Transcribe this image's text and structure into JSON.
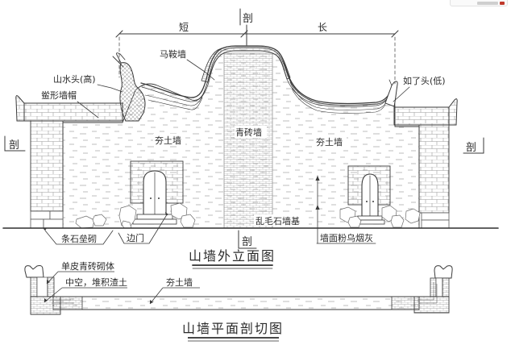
{
  "titles": {
    "elevation": "山墙外立面图",
    "plan": "山墙平面剖切图"
  },
  "dimension": {
    "short": "短",
    "long": "长"
  },
  "section_mark": "剖",
  "elevation_labels": {
    "saddle_wall": "马鞍墙",
    "shanshui_head": "山水头(高)",
    "hou_cap": "鲎形墙帽",
    "rammed_left": "夯土墙",
    "brick_wall": "青砖墙",
    "rammed_right": "夯土墙",
    "cicada_head": "如了头(低)",
    "strip_stone": "条石垒砌",
    "side_door": "边门",
    "rubble_base": "乱毛石墙基",
    "smoke_plaster": "墙面粉乌烟灰"
  },
  "plan_labels": {
    "single_brick": "单皮青砖砌体",
    "hollow_fill": "中空，堆积渣土",
    "rammed": "夯土墙"
  },
  "colors": {
    "line": "#3a3a3a",
    "hatch": "#9a9a9a",
    "earth_dash": "#b9b9b9",
    "watermark_red": "#c0392b"
  }
}
